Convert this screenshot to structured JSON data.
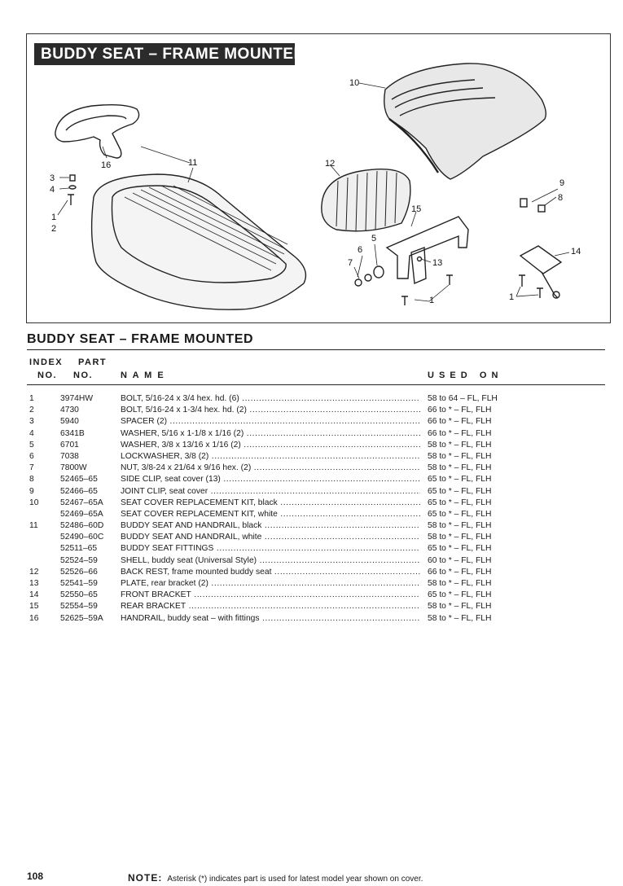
{
  "figure": {
    "title": "BUDDY SEAT – FRAME MOUNTED",
    "callouts": [
      "10",
      "16",
      "11",
      "12",
      "9",
      "8",
      "3",
      "4",
      "1",
      "2",
      "15",
      "6",
      "5",
      "7",
      "13",
      "1",
      "14",
      "1"
    ]
  },
  "section_title": "BUDDY SEAT – FRAME MOUNTED",
  "columns": {
    "index_line1": "INDEX",
    "index_line2": "NO.",
    "part_line1": "PART",
    "part_line2": "NO.",
    "name": "N A M E",
    "used_on": "U S E D   O N"
  },
  "parts": [
    {
      "index": "1",
      "part": "3974HW",
      "name": "BOLT, 5/16-24 x 3/4 hex. hd. (6)",
      "used_on": "58 to 64 – FL, FLH"
    },
    {
      "index": "2",
      "part": "4730",
      "name": "BOLT, 5/16-24 x 1-3/4 hex. hd. (2)",
      "used_on": "66 to * – FL, FLH"
    },
    {
      "index": "3",
      "part": "5940",
      "name": "SPACER (2)",
      "used_on": "66 to * – FL, FLH"
    },
    {
      "index": "4",
      "part": "6341B",
      "name": "WASHER, 5/16 x 1-1/8 x 1/16 (2)",
      "used_on": "66 to * – FL, FLH"
    },
    {
      "index": "5",
      "part": "6701",
      "name": "WASHER, 3/8 x 13/16 x 1/16 (2)",
      "used_on": "58 to * – FL, FLH"
    },
    {
      "index": "6",
      "part": "7038",
      "name": "LOCKWASHER, 3/8 (2)",
      "used_on": "58 to * – FL, FLH"
    },
    {
      "index": "7",
      "part": "7800W",
      "name": "NUT, 3/8-24 x 21/64 x 9/16 hex. (2)",
      "used_on": "58 to * – FL, FLH"
    },
    {
      "index": "8",
      "part": "52465–65",
      "name": "SIDE CLIP, seat cover (13)",
      "used_on": "65 to * – FL, FLH"
    },
    {
      "index": "9",
      "part": "52466–65",
      "name": "JOINT CLIP, seat cover",
      "used_on": "65 to * – FL, FLH"
    },
    {
      "index": "10",
      "part": "52467–65A",
      "name": "SEAT COVER REPLACEMENT KIT, black",
      "used_on": "65 to * – FL, FLH"
    },
    {
      "index": "",
      "part": "52469–65A",
      "name": "SEAT COVER REPLACEMENT KIT, white",
      "used_on": "65 to * – FL, FLH"
    },
    {
      "index": "11",
      "part": "52486–60D",
      "name": "BUDDY SEAT AND HANDRAIL, black",
      "used_on": "58 to * – FL, FLH"
    },
    {
      "index": "",
      "part": "52490–60C",
      "name": "BUDDY SEAT AND HANDRAIL, white",
      "used_on": "58 to * – FL, FLH"
    },
    {
      "index": "",
      "part": "52511–65",
      "name": "BUDDY SEAT FITTINGS",
      "used_on": "65 to * – FL, FLH"
    },
    {
      "index": "",
      "part": "52524–59",
      "name": "SHELL, buddy seat (Universal Style)",
      "used_on": "60 to * – FL, FLH"
    },
    {
      "index": "12",
      "part": "52526–66",
      "name": "BACK REST, frame mounted buddy seat",
      "used_on": "66 to * – FL, FLH"
    },
    {
      "index": "13",
      "part": "52541–59",
      "name": "PLATE, rear bracket (2)",
      "used_on": "58 to * – FL, FLH"
    },
    {
      "index": "14",
      "part": "52550–65",
      "name": "FRONT BRACKET",
      "used_on": "65 to * – FL, FLH"
    },
    {
      "index": "15",
      "part": "52554–59",
      "name": "REAR BRACKET",
      "used_on": "58 to * – FL, FLH"
    },
    {
      "index": "16",
      "part": "52625–59A",
      "name": "HANDRAIL, buddy seat – with fittings",
      "used_on": "58 to * – FL, FLH"
    }
  ],
  "footer": {
    "page_number": "108",
    "note_label": "NOTE:",
    "note_text": "Asterisk (*) indicates part is used for latest model year shown on cover."
  }
}
